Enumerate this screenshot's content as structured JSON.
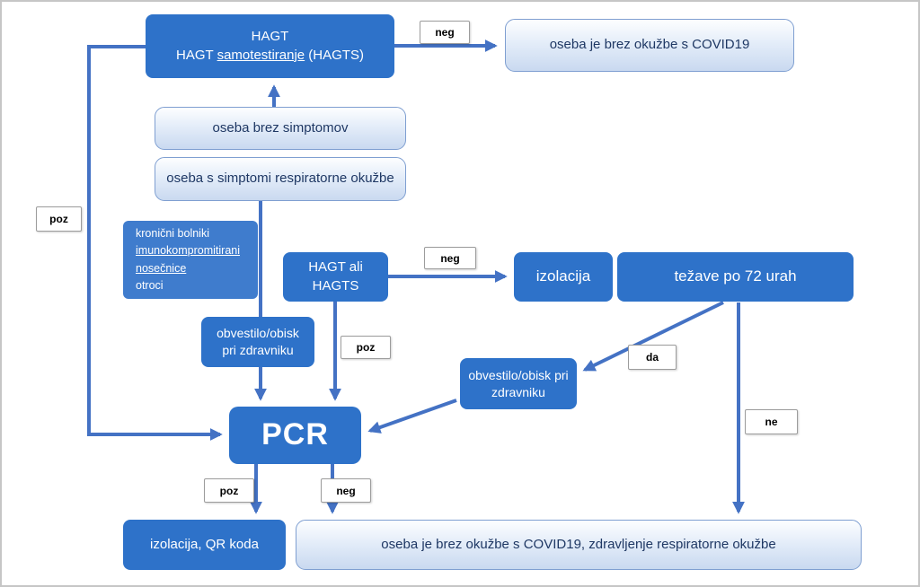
{
  "colors": {
    "box_blue": "#2e72c9",
    "box_blue_soft": "#3f7ccd",
    "arrow_blue": "#4472c4",
    "light_box_text": "#1f3864"
  },
  "nodes": {
    "hagt": {
      "line1": "HAGT",
      "line2_a": "HAGT ",
      "line2_b": "samotestiranje",
      "line2_c": " (HAGTS)"
    },
    "no_infection_top": "oseba je brez okužbe s COVID19",
    "no_symptoms": "oseba brez simptomov",
    "symptoms": "oseba s simptomi respiratorne okužbe",
    "chronic": {
      "line1": "kronični bolniki",
      "line2": "imunokompromitirani",
      "line3": "nosečnice",
      "line4": "otroci"
    },
    "hagt_or_hagts": "HAGT ali HAGTS",
    "isolation": "izolacija",
    "problems_72h": "težave po 72 urah",
    "notify_doctor_left": "obvestilo/obisk pri zdravniku",
    "notify_doctor_right": "obvestilo/obisk pri zdravniku",
    "pcr": "PCR",
    "isolation_qr": "izolacija, QR koda",
    "no_infection_bottom": "oseba je brez okužbe s COVID19, zdravljenje respiratorne okužbe"
  },
  "edge_labels": {
    "neg_top": "neg",
    "poz_left": "poz",
    "neg_mid": "neg",
    "poz_mid": "poz",
    "da": "da",
    "ne": "ne",
    "poz_bottom": "poz",
    "neg_bottom": "neg"
  }
}
